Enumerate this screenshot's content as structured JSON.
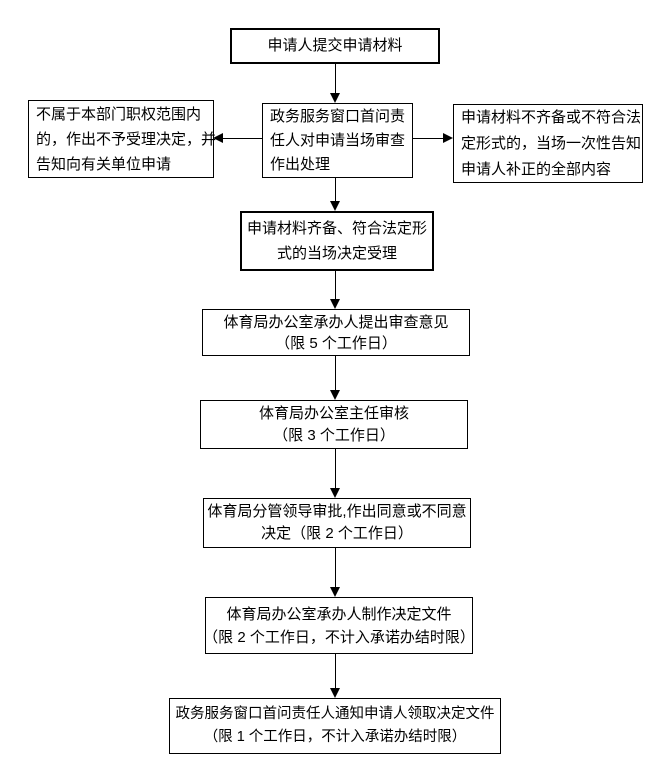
{
  "flowchart": {
    "colors": {
      "border": "#000000",
      "text": "#000000",
      "background": "#ffffff"
    },
    "nodes": {
      "submit": {
        "lines": [
          "申请人提交申请材料"
        ]
      },
      "reject": {
        "lines": [
          "不属于本部门职权范围内",
          "的，作出不予受理决定，并",
          "告知向有关单位申请"
        ]
      },
      "window_review": {
        "lines": [
          "政务服务窗口首问责",
          "任人对申请当场审查",
          "作出处理"
        ]
      },
      "supplement": {
        "lines": [
          "申请材料不齐备或不符合法",
          "定形式的，当场一次性告知",
          "申请人补正的全部内容"
        ]
      },
      "accept": {
        "lines": [
          "申请材料齐备、符合法定形",
          "式的当场决定受理"
        ]
      },
      "opinion": {
        "lines": [
          "体育局办公室承办人提出审查意见",
          "（限 5 个工作日）"
        ]
      },
      "director": {
        "lines": [
          "体育局办公室主任审核",
          "（限 3 个工作日）"
        ]
      },
      "leader": {
        "lines": [
          "体育局分管领导审批,作出同意或不同意",
          "决定（限 2 个工作日）"
        ]
      },
      "document": {
        "lines": [
          "体育局办公室承办人制作决定文件",
          "（限 2 个工作日，不计入承诺办结时限）"
        ]
      },
      "notify": {
        "lines": [
          "政务服务窗口首问责任人通知申请人领取决定文件",
          "（限 1 个工作日，不计入承诺办结时限）"
        ]
      }
    }
  }
}
